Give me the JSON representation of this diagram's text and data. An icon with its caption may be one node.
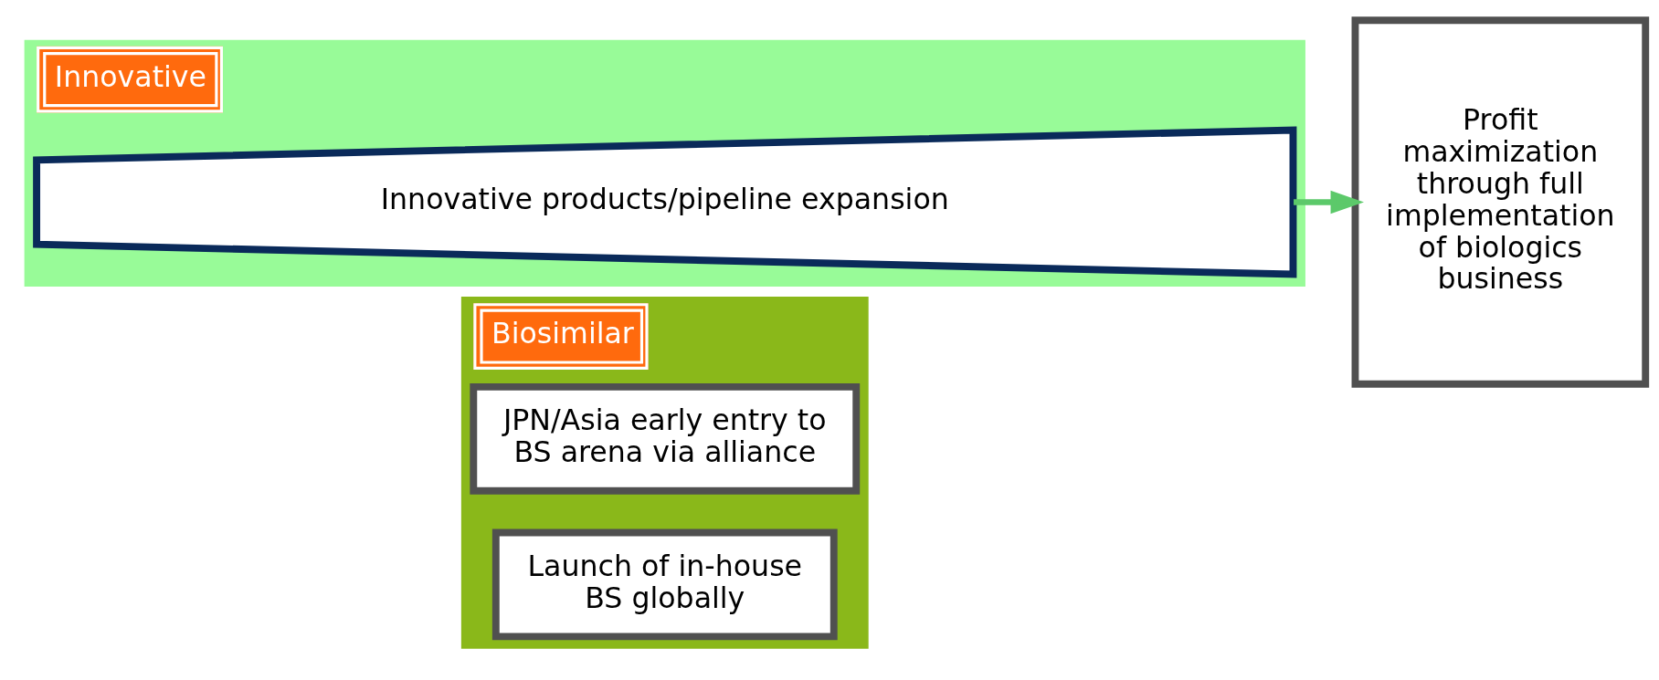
{
  "diagram": {
    "nodes": [
      {
        "text": [
          "Biosimilar"
        ]
      },
      {
        "text": [
          "JPN/Asia early entry to BS arena via alliance"
        ],
        "in": 0
      },
      {
        "text": [
          "Launch of in-house BS globally"
        ],
        "in": 0
      },
      {
        "text": [
          "Innovative"
        ]
      },
      {
        "text": [
          "Innovative products/pipeline expansion"
        ],
        "in": 3
      },
      {
        "text": [
          "Profit maximization through full implementation of biologics business"
        ]
      }
    ],
    "edges": [
      {
        "from": 4,
        "to": 5,
        "arrow": "to"
      }
    ]
  }
}
